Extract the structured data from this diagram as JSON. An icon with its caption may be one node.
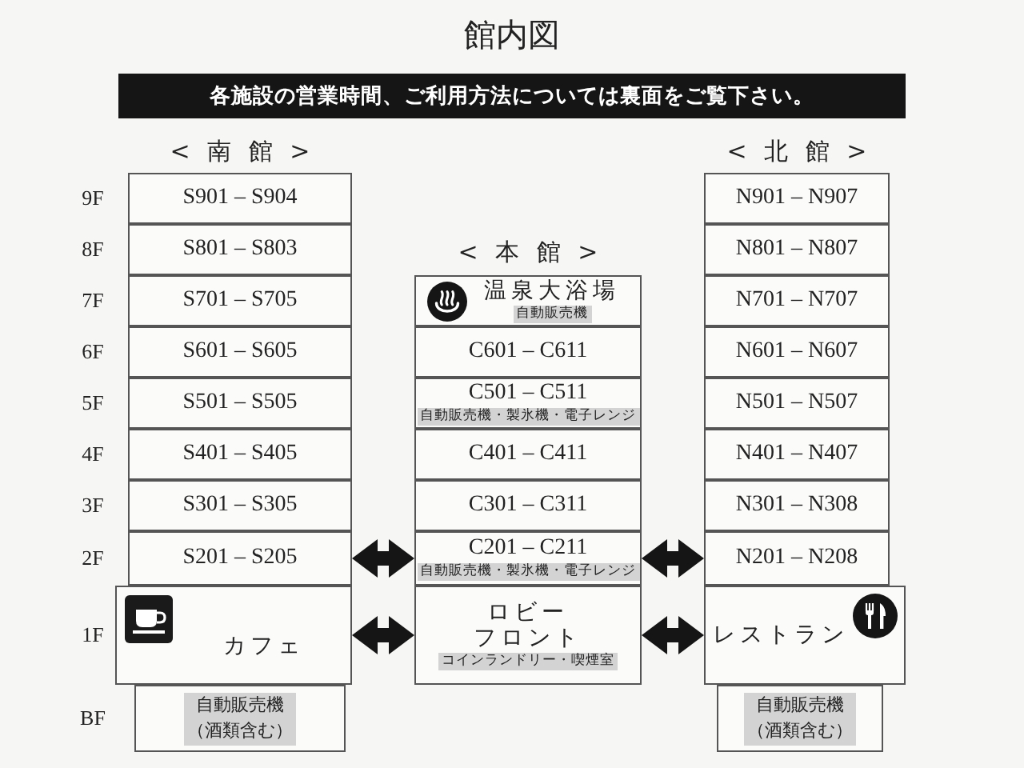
{
  "diagram": {
    "title": "館内図",
    "nodes": [
      {
        "text": [
          "各施設の営業時間、ご利用方法については裏面をご覧下さい。"
        ]
      },
      {
        "text": [
          "S901 – S904"
        ]
      },
      {
        "text": [
          "N901 – N907"
        ]
      },
      {
        "text": [
          "S801 – S803"
        ]
      },
      {
        "text": [
          "N801 – N807"
        ]
      },
      {
        "text": [
          "S701 – S705"
        ]
      },
      {
        "text": [
          "温泉大浴場",
          "自動販売機"
        ]
      },
      {
        "text": [
          "N701 – N707"
        ]
      },
      {
        "text": [
          "S601 – S605"
        ]
      },
      {
        "text": [
          "C601 – C611"
        ]
      },
      {
        "text": [
          "N601 – N607"
        ]
      },
      {
        "text": [
          "S501 – S505"
        ]
      },
      {
        "text": [
          "C501 – C511",
          "自動販売機・製氷機・電子レンジ"
        ]
      },
      {
        "text": [
          "N501 – N507"
        ]
      },
      {
        "text": [
          "S401 – S405"
        ]
      },
      {
        "text": [
          "C401 – C411"
        ]
      },
      {
        "text": [
          "N401 – N407"
        ]
      },
      {
        "text": [
          "S301 – S305"
        ]
      },
      {
        "text": [
          "C301 – C311"
        ]
      },
      {
        "text": [
          "N301 – N308"
        ]
      },
      {
        "text": [
          "S201 – S205"
        ]
      },
      {
        "text": [
          "C201 – C211",
          "自動販売機・製氷機・電子レンジ"
        ]
      },
      {
        "text": [
          "N201 – N208"
        ]
      },
      {
        "text": [
          "カフェ"
        ]
      },
      {
        "text": [
          "ロビー",
          "フロント",
          "コインランドリー・喫煙室"
        ]
      },
      {
        "text": [
          "レストラン"
        ]
      },
      {
        "text": [
          "自動販売機（酒類含む）"
        ]
      },
      {
        "text": [
          "自動販売機（酒類含む）"
        ]
      }
    ],
    "edges": [
      {
        "from": 20,
        "to": 21,
        "arrow": "both"
      },
      {
        "from": 21,
        "to": 22,
        "arrow": "both"
      },
      {
        "from": 23,
        "to": 24,
        "arrow": "both"
      },
      {
        "from": 24,
        "to": 25,
        "arrow": "both"
      }
    ],
    "labels": [
      "< 南 館 >",
      "< 北 館 >",
      "9F",
      "8F",
      "< 本 館 >",
      "7F",
      "6F",
      "5F",
      "4F",
      "3F",
      "2F",
      "1F",
      "BF"
    ]
  }
}
